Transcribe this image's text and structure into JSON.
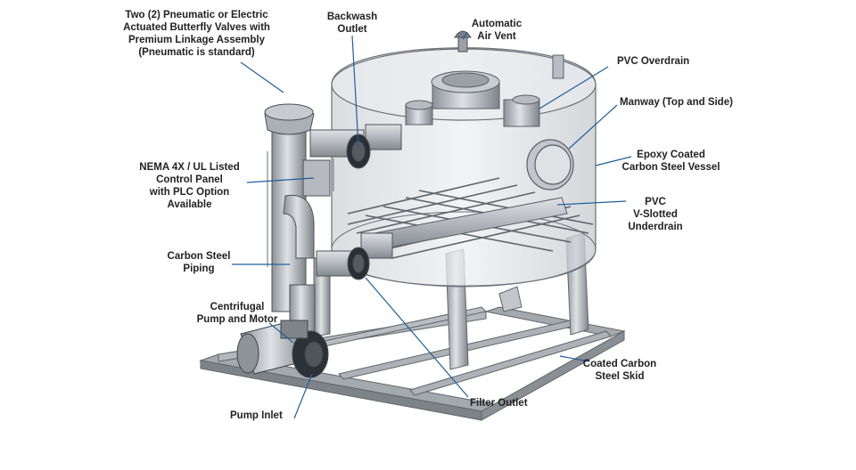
{
  "labels": {
    "valves": [
      "Two (2) Pneumatic or Electric",
      "Actuated Butterfly Valves with",
      "Premium Linkage Assembly",
      "(Pneumatic is standard)"
    ],
    "backwash_outlet": [
      "Backwash",
      "Outlet"
    ],
    "air_vent": [
      "Automatic",
      "Air Vent"
    ],
    "pvc_overdrain": [
      "PVC Overdrain"
    ],
    "manway": [
      "Manway (Top and Side)"
    ],
    "vessel": [
      "Epoxy Coated",
      "Carbon Steel Vessel"
    ],
    "control_panel": [
      "NEMA 4X / UL Listed",
      "Control Panel",
      "with PLC Option",
      "Available"
    ],
    "underdrain": [
      "PVC",
      "V-Slotted",
      "Underdrain"
    ],
    "piping": [
      "Carbon Steel",
      "Piping"
    ],
    "pump_motor": [
      "Centrifugal",
      "Pump and Motor"
    ],
    "skid": [
      "Coated Carbon",
      "Steel Skid"
    ],
    "pump_inlet": [
      "Pump Inlet"
    ],
    "filter_outlet": [
      "Filter Outlet"
    ]
  },
  "colors": {
    "leader": "#1f5f9e",
    "steel": "#9ea3a8",
    "steel_dark": "#6f757a",
    "tank_glass": "#e3e5e8",
    "valve": "#2a2f35"
  }
}
